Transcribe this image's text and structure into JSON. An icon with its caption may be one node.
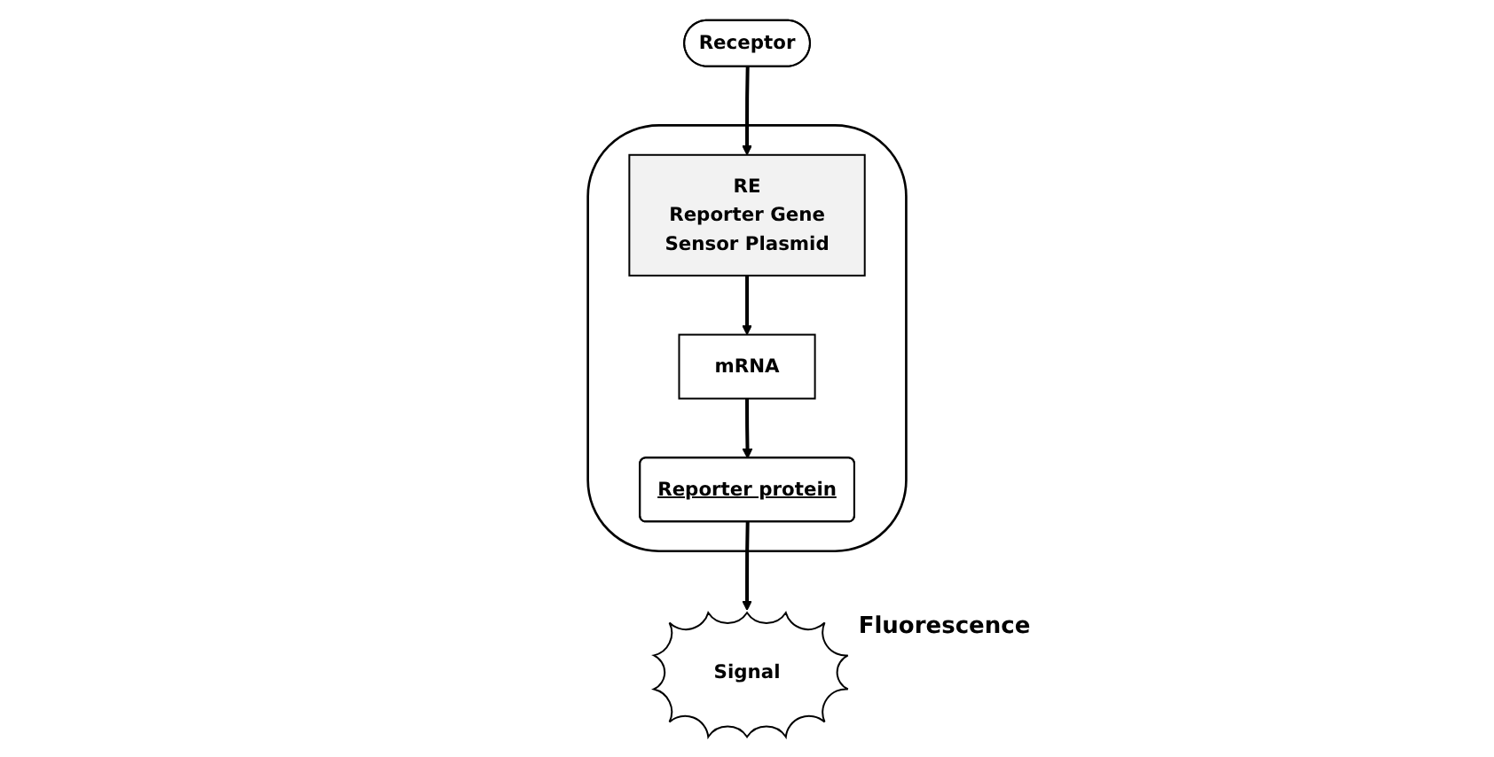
{
  "diagram": {
    "nodes": [
      {
        "text": [],
        "shape": "ellipse"
      },
      {
        "text": [
          "Receptor"
        ]
      },
      {
        "text": [
          "RE",
          "Reporter Gene",
          "Sensor Plasmid"
        ],
        "in": 0
      },
      {
        "text": [
          "mRNA"
        ],
        "in": 0
      },
      {
        "text": [
          "Reporter protein"
        ],
        "in": 0
      },
      {
        "text": [
          "Signal"
        ],
        "beside": [
          "Fluorescence"
        ]
      }
    ],
    "edges": [
      {
        "from": 1,
        "to": 2,
        "arrow": "to"
      },
      {
        "from": 2,
        "to": 3,
        "arrow": "to"
      },
      {
        "from": 3,
        "to": 4,
        "arrow": "to"
      },
      {
        "from": 4,
        "to": 5,
        "arrow": "to"
      }
    ]
  }
}
